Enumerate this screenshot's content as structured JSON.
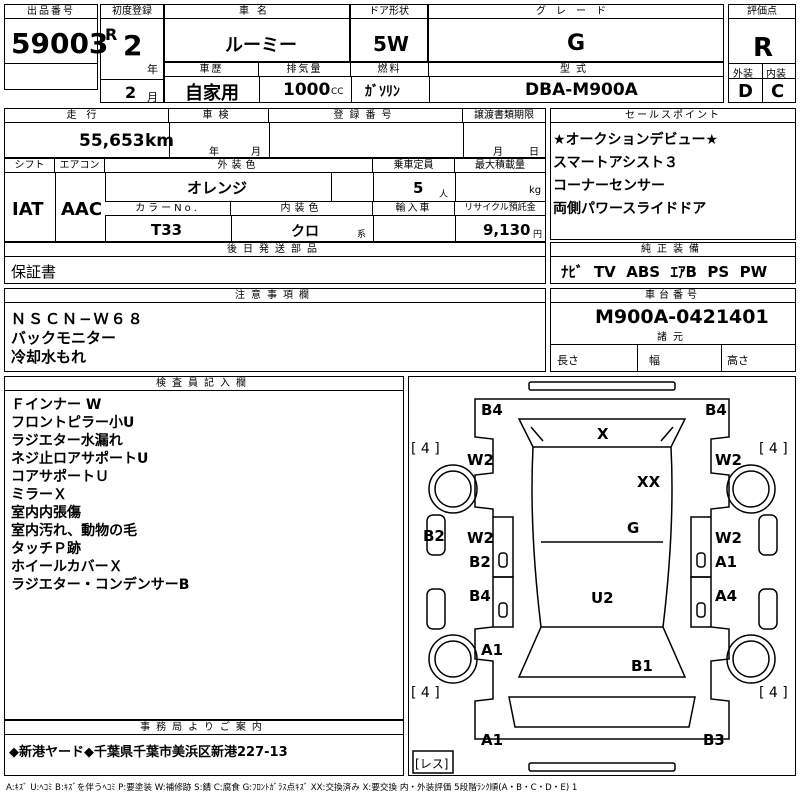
{
  "header": {
    "lot_no_label": "出品番号",
    "lot_no": "59003",
    "reg_label": "初度登録",
    "era": "R",
    "year": "2",
    "year_unit": "年",
    "month": "2",
    "month_unit": "月",
    "car_name_label": "車名",
    "car_name": "ルーミー",
    "door_label": "ドア形状",
    "door": "5W",
    "grade_label": "グレード",
    "grade": "G",
    "score_label": "評価点",
    "score": "R",
    "history_label": "車歴",
    "history": "自家用",
    "displacement_label": "排気量",
    "displacement": "1000",
    "cc": "CC",
    "fuel_label": "燃料",
    "fuel": "ｶﾞｿﾘﾝ",
    "model_label": "型式",
    "model": "DBA-M900A",
    "exterior_label": "外装",
    "exterior": "D",
    "interior_label": "内装",
    "interior": "C"
  },
  "row2": {
    "mileage_label": "走行",
    "mileage": "55,653",
    "km": "km",
    "shaken_label": "車検",
    "shaken_y": "年",
    "shaken_m": "月",
    "regno_label": "登録番号",
    "transfer_label": "譲渡書類期限",
    "transfer_m": "月",
    "transfer_d": "日",
    "points_label": "セールスポイント",
    "points": [
      "★オークションデビュー★",
      "スマートアシスト３",
      "コーナーセンサー",
      "両側パワースライドドア"
    ]
  },
  "row3": {
    "shift_label": "シフト",
    "shift": "IAT",
    "ac_label": "エアコン",
    "ac": "AAC",
    "color_label": "外装色",
    "color": "オレンジ",
    "cap_label": "乗車定員",
    "cap": "5",
    "cap_unit": "人",
    "load_label": "最大積載量",
    "load_unit": "kg",
    "colorno_label": "カラーNo.",
    "colorno": "T33",
    "int_color_label": "内装色",
    "int_color": "クロ",
    "int_color_unit": "系",
    "import_label": "輸入車",
    "recycle_label": "リサイクル預託金",
    "recycle": "9,130",
    "recycle_unit": "円"
  },
  "delivery": {
    "label": "後日発送部品",
    "value": "保証書"
  },
  "options": {
    "label": "純正装備",
    "value": "ﾅﾋﾞ  TV  ABS  ｴｱB  PS  PW"
  },
  "notes": {
    "label": "注意事項欄",
    "lines": [
      "ＮＳＣＮ−Ｗ６８",
      "バックモニター",
      "冷却水もれ"
    ]
  },
  "chassis": {
    "label": "車台番号",
    "value": "M900A-0421401"
  },
  "specs": {
    "label": "諸元",
    "length": "長さ",
    "width": "幅",
    "height": "高さ"
  },
  "inspector": {
    "label": "検査員記入欄",
    "lines": [
      "Ｆインナー W",
      "フロントピラー小U",
      "ラジエター水漏れ",
      "ネジ止ロアサポートU",
      "コアサポートＵ",
      "ミラーＸ",
      "室内内張傷",
      "室内汚れ、動物の毛",
      "タッチＰ跡",
      "ホイールカバーＸ",
      "ラジエター・コンデンサーB"
    ]
  },
  "office": {
    "label": "事務局よりご案内",
    "value": "◆新港ヤード◆千葉県千葉市美浜区新港227-13"
  },
  "diagram": {
    "B4_l": "B4",
    "B4_r": "B4",
    "X_top": "X",
    "tire_fl": "4",
    "tire_fr": "4",
    "W2_fl": "W2",
    "W2_fr": "W2",
    "XX": "XX",
    "B2_side": "B2",
    "G": "G",
    "W2_dl": "W2",
    "W2_dr": "W2",
    "B2_dl": "B2",
    "A1_dr": "A1",
    "B4_rl": "B4",
    "U2": "U2",
    "A4_rr": "A4",
    "A1_rl": "A1",
    "B1": "B1",
    "tire_rl": "4",
    "tire_rr": "4",
    "A1_bl": "A1",
    "B3_br": "B3",
    "less": "レス"
  },
  "legend": "A:ｷｽﾞ U:ﾍｺﾐ B:ｷｽﾞを伴うﾍｺﾐ P:要塗装 W:補修跡 S:錆 C:腐食 G:ﾌﾛﾝﾄｶﾞﾗｽ点ｷｽﾞ XX:交換済み X:要交換 内・外装評価 5段階ﾗﾝｸ順(A・B・C・D・E) 1"
}
